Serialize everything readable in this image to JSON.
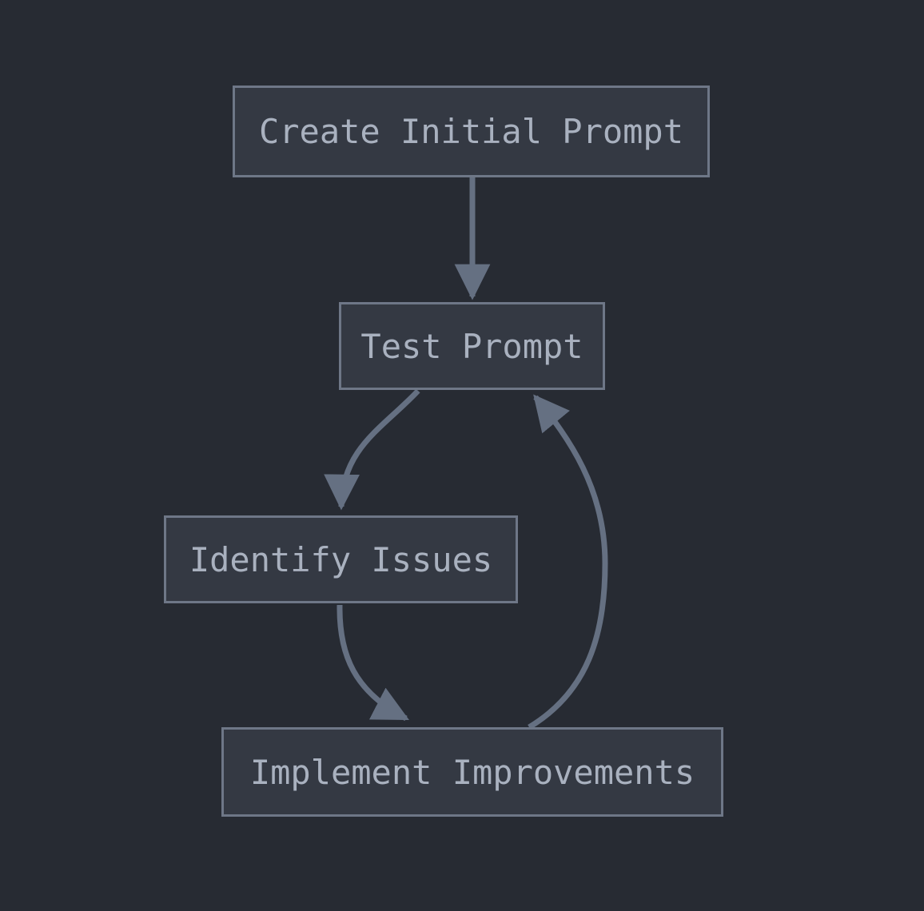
{
  "diagram": {
    "type": "flowchart",
    "direction": "top-down",
    "nodes": [
      {
        "id": "create",
        "label": "Create Initial Prompt"
      },
      {
        "id": "test",
        "label": "Test Prompt"
      },
      {
        "id": "identify",
        "label": "Identify Issues"
      },
      {
        "id": "implement",
        "label": "Implement Improvements"
      }
    ],
    "edges": [
      {
        "from": "create",
        "to": "test",
        "style": "straight-arrow"
      },
      {
        "from": "test",
        "to": "identify",
        "style": "curved-arrow"
      },
      {
        "from": "identify",
        "to": "implement",
        "style": "curved-arrow"
      },
      {
        "from": "implement",
        "to": "test",
        "style": "curved-arrow"
      }
    ],
    "colors": {
      "background": "#272b33",
      "node_fill": "#343943",
      "node_border": "#6e7787",
      "node_text": "#a9b1bf",
      "arrow": "#657082"
    }
  }
}
